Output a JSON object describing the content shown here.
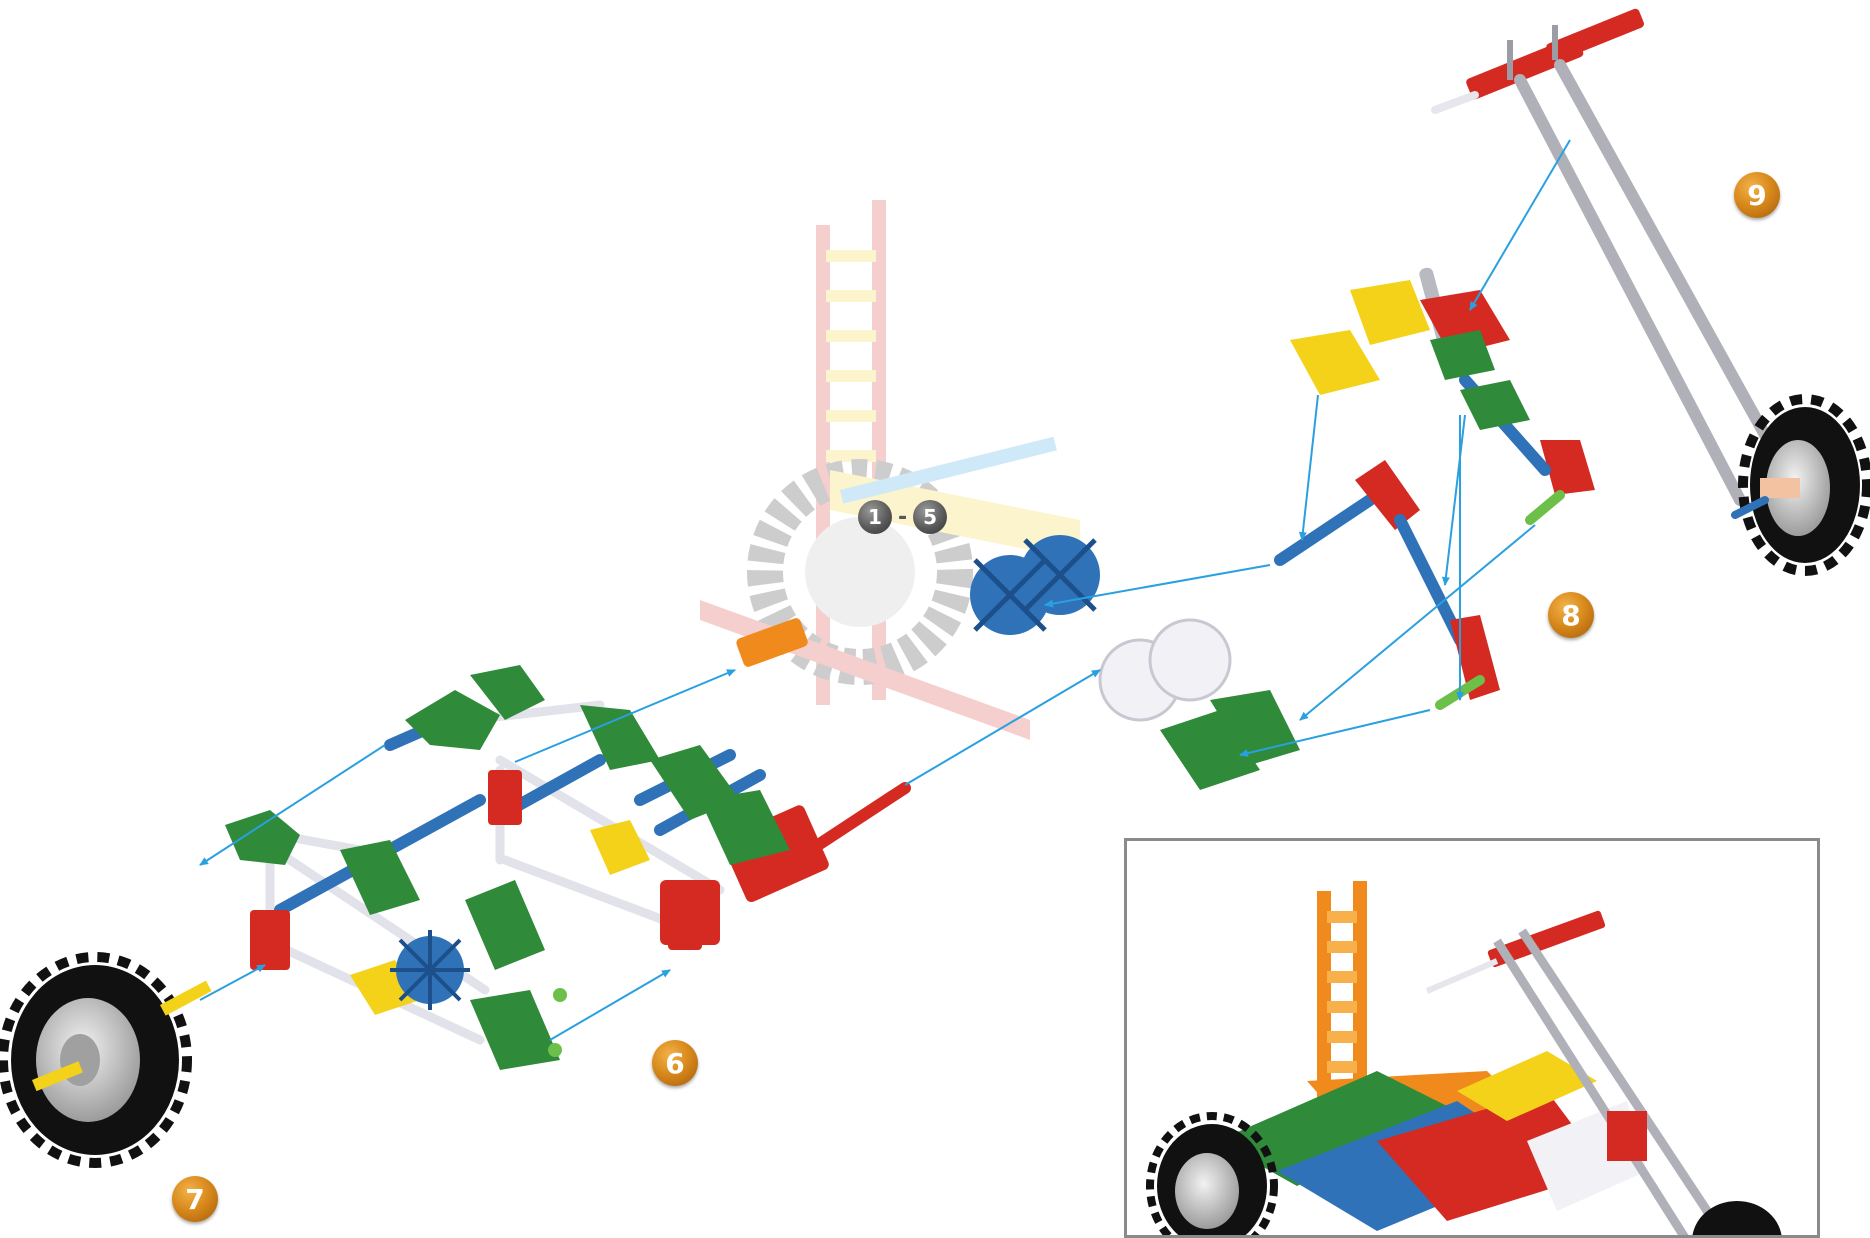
{
  "steps": {
    "previous": {
      "from": "1",
      "separator": "-",
      "to": "5"
    },
    "step6": "6",
    "step7": "7",
    "step8": "8",
    "step9": "9"
  },
  "colors": {
    "red": "#d42a22",
    "green": "#2f8a3a",
    "blue": "#2f72b8",
    "yellow": "#f4d21a",
    "orange": "#f08a1c",
    "white_rod": "#e8e8ee",
    "grey_rod": "#a8a8b0",
    "tire": "#111111",
    "hub": "#c8c8c8",
    "arrow": "#2aa0e0",
    "badge_orange": "#d98a1c",
    "badge_grey": "#5a5a5a",
    "inset_border": "#8a8a8a"
  },
  "icons": [
    "connector-piece",
    "rod-piece",
    "wheel",
    "assembly-arrow"
  ]
}
